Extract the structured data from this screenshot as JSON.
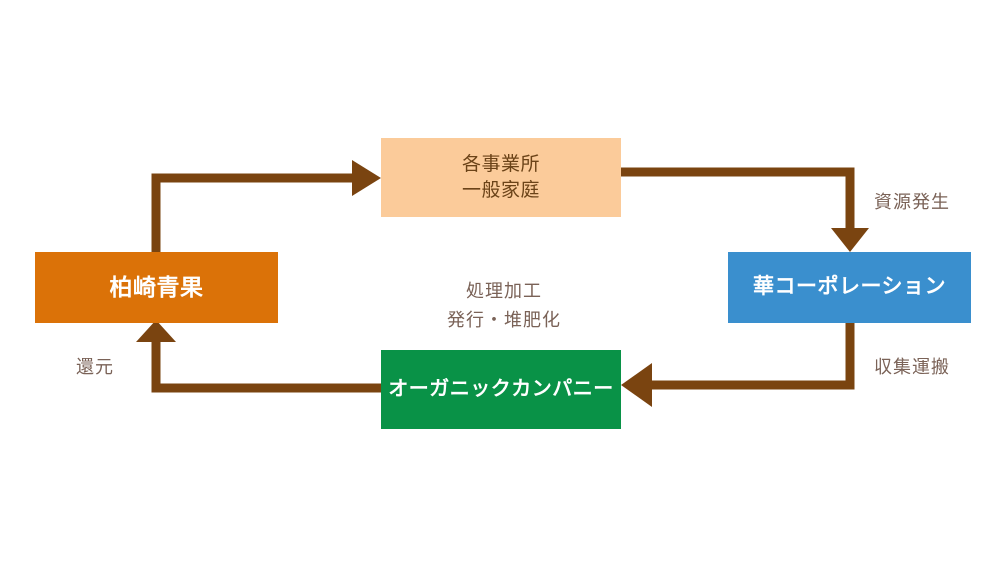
{
  "diagram": {
    "title": "",
    "background_color": "#ffffff",
    "arrow_color": "#7a4410",
    "nodes": [
      {
        "id": "businesses",
        "lines": [
          "各事業所",
          "一般家庭"
        ],
        "fill": "#fbcb9a",
        "text_color": "#6b4318"
      },
      {
        "id": "kashiwazaki",
        "lines": [
          "柏崎青果"
        ],
        "fill": "#db7208",
        "text_color": "#ffffff"
      },
      {
        "id": "hana",
        "lines": [
          "華コーポレーション"
        ],
        "fill": "#3a8fce",
        "text_color": "#ffffff"
      },
      {
        "id": "organic",
        "lines": [
          "オーガニックカンパニー"
        ],
        "fill": "#099247",
        "text_color": "#ffffff"
      }
    ],
    "edge_labels": {
      "process": [
        "処理加工",
        "発行・堆肥化"
      ],
      "resource_generation": "資源発生",
      "collection_transport": "収集運搬",
      "return": "還元"
    }
  }
}
